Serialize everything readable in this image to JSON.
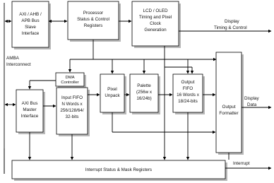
{
  "blocks": {
    "axi_slave": [
      "AXI / AHB /",
      "APB Bus",
      "Slave",
      "Interface"
    ],
    "processor_regs": [
      "Processor",
      "Status & Control",
      "Registers"
    ],
    "lcd_timing": [
      "LCD / OLED",
      "Timing and Pixel",
      "Clock",
      "Generation"
    ],
    "dma_controller": [
      "DMA",
      "Controller"
    ],
    "axi_master": [
      "AXI Bus",
      "Master",
      "Interface"
    ],
    "input_fifo": [
      "Input FIFO",
      "N Words x",
      "256/128/64/",
      "32-bits"
    ],
    "pixel_unpack": [
      "Pixel",
      "Unpack"
    ],
    "palette": [
      "Palette",
      "(256w x",
      "16/24b)"
    ],
    "output_fifo": [
      "Output",
      "FIFO",
      "16 Words x",
      "18/24-bits"
    ],
    "output_formatter": [
      "Output",
      "Formatter"
    ],
    "interrupt_regs": [
      "Interrupt Status & Mask Registers"
    ]
  },
  "labels": {
    "amba": [
      "AMBA",
      "Interconnect"
    ],
    "display_timing": [
      "Display",
      "Timing & Control"
    ],
    "display_data": [
      "Display",
      "Data"
    ],
    "interrupt": [
      "Interrupt"
    ]
  }
}
